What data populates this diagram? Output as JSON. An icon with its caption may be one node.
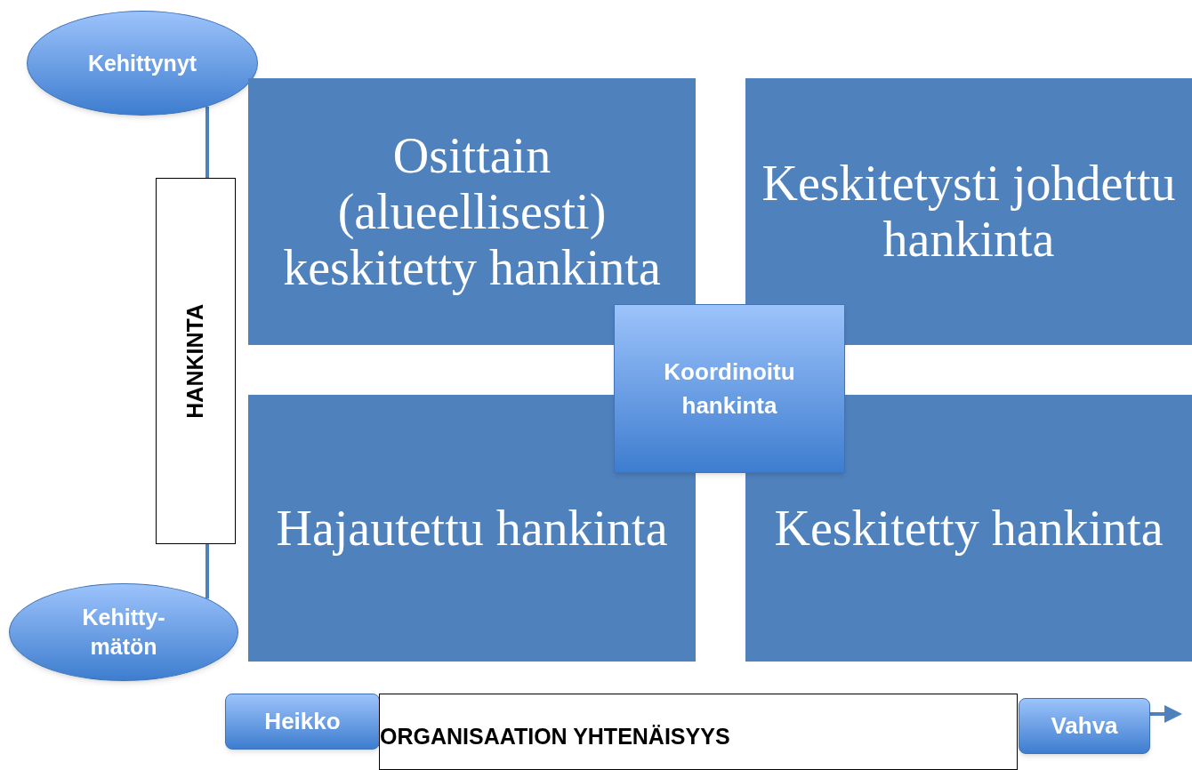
{
  "diagram": {
    "nodes": [
      {
        "text": [
          "Kehittynyt"
        ]
      },
      {
        "text": [
          "HANKINTA"
        ]
      },
      {
        "text": [
          "Kehitty-mätön"
        ]
      },
      {
        "text": [
          "Osittain (alueellisesti) keskitetty hankinta"
        ]
      },
      {
        "text": [
          "Keskitetysti johdettu hankinta"
        ]
      },
      {
        "text": [
          "Hajautettu hankinta"
        ]
      },
      {
        "text": [
          "Keskitetty hankinta"
        ]
      },
      {
        "text": [
          "Koordinoitu hankinta"
        ]
      },
      {
        "text": [
          "Heikko"
        ]
      },
      {
        "text": [
          "ORGANISAATION YHTENÄISYYS"
        ]
      },
      {
        "text": [
          "Vahva"
        ]
      }
    ],
    "edges": [
      {
        "from": 0,
        "to": 1,
        "arrow": "none"
      },
      {
        "from": 1,
        "to": 2,
        "arrow": "none"
      },
      {
        "from": 10,
        "to": null,
        "arrow": "to"
      }
    ]
  }
}
